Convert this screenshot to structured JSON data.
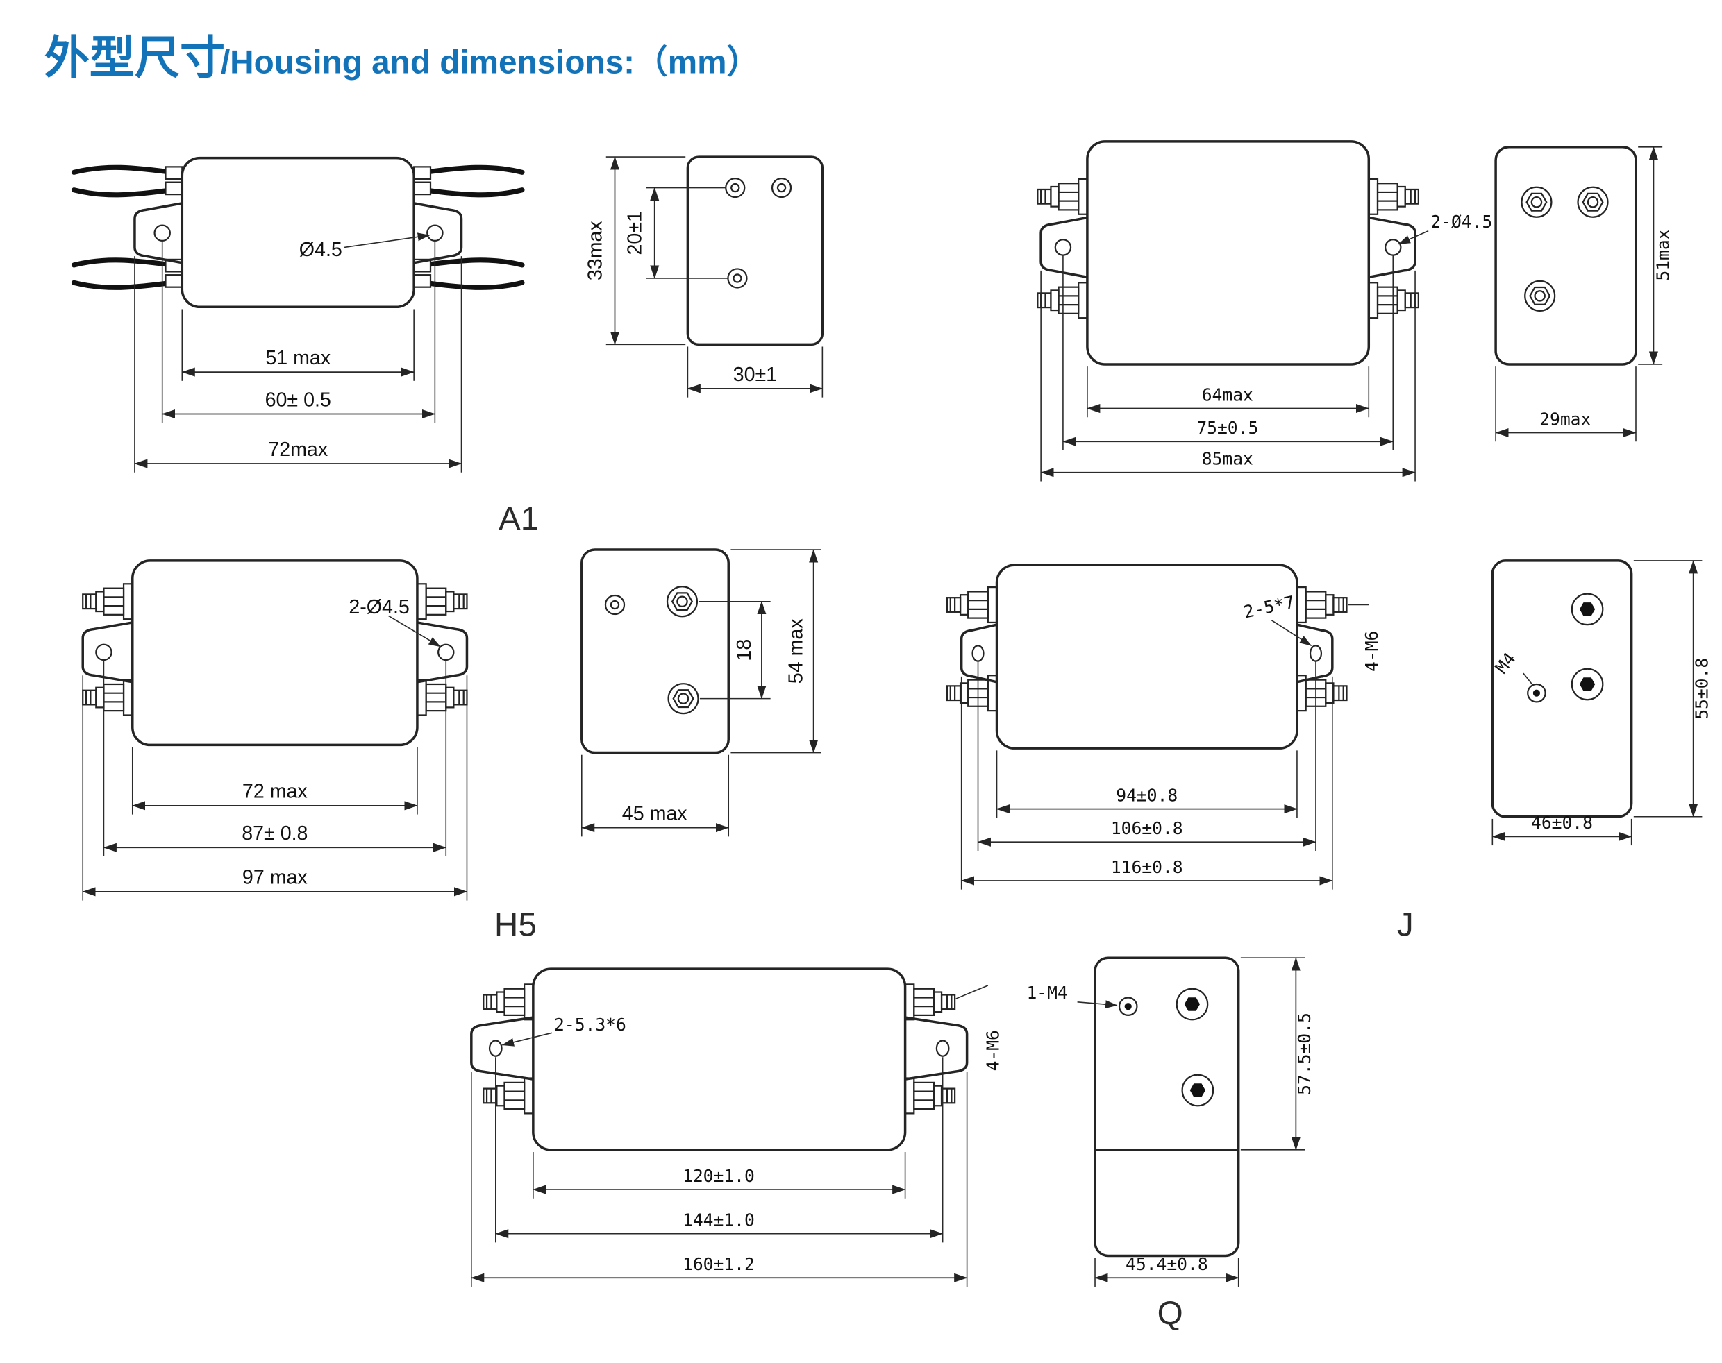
{
  "title": {
    "cn": "外型尺寸",
    "en": "/Housing and dimensions:（mm）"
  },
  "accent_color": "#1373b9",
  "line_color": "#242424",
  "figures": {
    "a1": {
      "label": "A1",
      "side": {
        "hole": "Ø4.5",
        "body_width": "51 max",
        "hole_span": "60± 0.5",
        "overall_width": "72max"
      },
      "end": {
        "height": "33max",
        "hole_pitch": "20±1",
        "width": "30±1"
      }
    },
    "b": {
      "side": {
        "hole": "2-Ø4.5",
        "body_width": "64max",
        "hole_span": "75±0.5",
        "overall_width": "85max"
      },
      "end": {
        "height": "51max",
        "width": "29max"
      }
    },
    "h5": {
      "label": "H5",
      "side": {
        "hole": "2-Ø4.5",
        "body_width": "72 max",
        "hole_span": "87± 0.8",
        "overall_width": "97 max"
      },
      "end": {
        "terminal_pitch": "18",
        "height": "54 max",
        "width": "45 max"
      }
    },
    "j": {
      "label": "J",
      "side": {
        "slot": "2-5*7",
        "stud": "4-M6",
        "body_width": "94±0.8",
        "hole_span": "106±0.8",
        "overall_width": "116±0.8"
      },
      "end": {
        "ground": "M4",
        "height": "55±0.8",
        "width": "46±0.8"
      }
    },
    "q": {
      "label": "Q",
      "side": {
        "slot": "2-5.3*6",
        "stud": "4-M6",
        "body_width": "120±1.0",
        "hole_span": "144±1.0",
        "overall_width": "160±1.2"
      },
      "end": {
        "ground": "1-M4",
        "height": "57.5±0.5",
        "width": "45.4±0.8"
      }
    }
  }
}
